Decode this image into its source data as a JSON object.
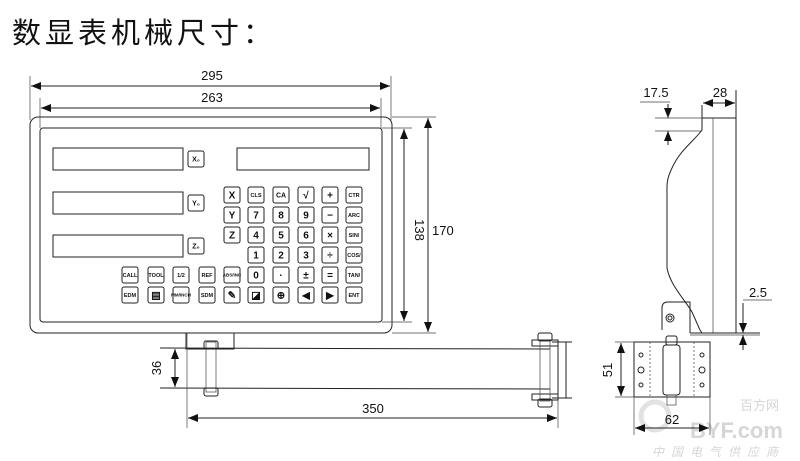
{
  "title": "数显表机械尺寸：",
  "dimensions": {
    "overall_width": "295",
    "inner_width": "263",
    "inner_height": "138",
    "overall_height": "170",
    "arm_height": "36",
    "arm_length": "350",
    "side_top_offset": "17.5",
    "depth": "28",
    "bottom_offset": "2.5",
    "bracket_height": "51",
    "bracket_width": "62"
  },
  "axis_buttons": [
    "X₀",
    "Y₀",
    "Z₀"
  ],
  "keypad": {
    "rows": [
      [
        "X",
        "CLS",
        "CA",
        "√",
        "+",
        "CTR"
      ],
      [
        "Y",
        "7",
        "8",
        "9",
        "−",
        "ARC"
      ],
      [
        "Z",
        "4",
        "5",
        "6",
        "×",
        "SIN/"
      ],
      [
        "1",
        "2",
        "3",
        "÷",
        "COS/"
      ],
      [
        "CALL",
        "TOOL",
        "1/2",
        "REF",
        "ABS/INC",
        "0",
        "·",
        "±",
        "=",
        "TAN/"
      ],
      [
        "EDM",
        "▤",
        "MM/INCH",
        "SDM",
        "✎",
        "◪",
        "⊕",
        "◀",
        "▶",
        "ENT"
      ]
    ]
  },
  "watermark": {
    "brand": "BYF.com",
    "cn_brand": "百方网",
    "slogan": "中国电气供应商"
  }
}
